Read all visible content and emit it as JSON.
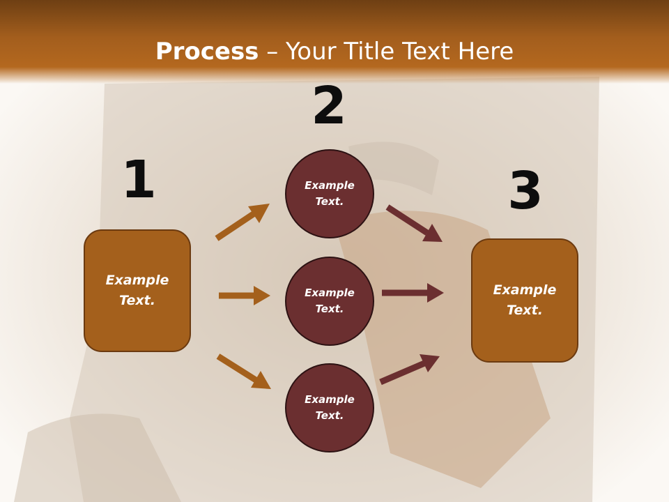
{
  "slide": {
    "title_bold": "Process",
    "title_rest": " – Your Title Text Here"
  },
  "steps": [
    {
      "number": "1",
      "text": "Example Text."
    },
    {
      "number": "2",
      "text": "Example Text."
    },
    {
      "number": "3",
      "text": "Example Text."
    }
  ],
  "middle_nodes": [
    {
      "text": "Example Text."
    },
    {
      "text": "Example Text."
    },
    {
      "text": "Example Text."
    }
  ],
  "colors": {
    "header": "#b4681f",
    "box_fill": "#a4601c",
    "circle_fill": "#6b2f30",
    "arrow_left": "#a4601c",
    "arrow_right": "#6b2f30"
  }
}
